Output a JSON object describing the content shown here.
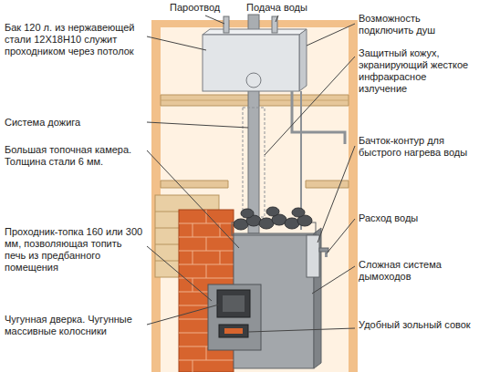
{
  "diagram": {
    "labels": [
      "Пароотвод",
      "Подача воды",
      "Бак 120 л. из нержавеющей стали 12Х18Н10 служит проходником через потолок",
      "Система дожига",
      "Большая топочная камера. Толщина стали 6 мм.",
      "Проходник-топка 160 или 300 мм, позволяющая топить печь из предбанного помещения",
      "Чугунная дверка. Чугунные массивные колосники",
      "Возможность подключить душ",
      "Защитный кожух, экранирующий жесткое инфракрасное излучение",
      "Бачток-контур для быстрого нагрева воды",
      "Расход воды",
      "Сложная система дымоходов",
      "Удобный зольный совок"
    ]
  }
}
